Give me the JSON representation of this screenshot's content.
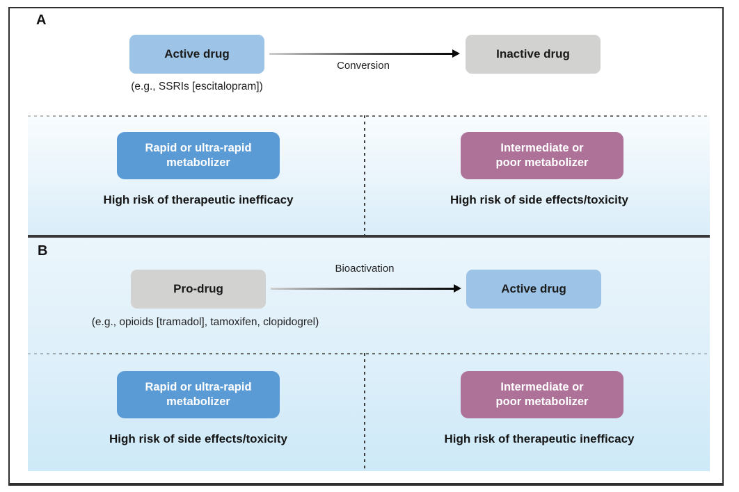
{
  "figure": {
    "panels": [
      {
        "label": "A",
        "source_box": "Active drug",
        "arrow_label": "Conversion",
        "target_box": "Inactive drug",
        "example": "(e.g., SSRIs [escitalopram])",
        "outcomes": [
          {
            "metabolizer": "Rapid or ultra-rapid\nmetabolizer",
            "risk": "High risk of therapeutic inefficacy"
          },
          {
            "metabolizer": "Intermediate or\npoor metabolizer",
            "risk": "High risk of side effects/toxicity"
          }
        ]
      },
      {
        "label": "B",
        "source_box": "Pro-drug",
        "arrow_label": "Bioactivation",
        "target_box": "Active drug",
        "example": "(e.g., opioids [tramadol], tamoxifen, clopidogrel)",
        "outcomes": [
          {
            "metabolizer": "Rapid or ultra-rapid\nmetabolizer",
            "risk": "High risk of side effects/toxicity"
          },
          {
            "metabolizer": "Intermediate or\npoor metabolizer",
            "risk": "High risk of therapeutic inefficacy"
          }
        ]
      }
    ],
    "colors": {
      "active_drug_blue": "#9dc3e6",
      "inactive_gray": "#d2d2d0",
      "metabolizer_blue": "#5b9bd5",
      "metabolizer_mauve": "#ae7299",
      "panel_a_gradient_top": "#f8fcfe",
      "panel_a_gradient_bottom": "#d9edf9",
      "panel_b_gradient_top": "#ebf5fb",
      "panel_b_gradient_bottom": "#cde9f7",
      "frame_border": "#2f2f2f",
      "divider": "#383838",
      "text_dark": "#1a1a1a"
    }
  }
}
